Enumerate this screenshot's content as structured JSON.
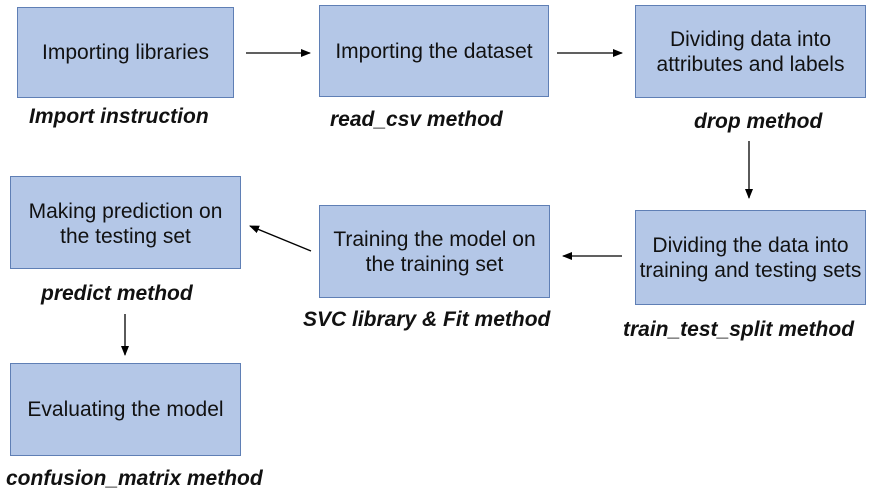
{
  "steps": [
    {
      "label": "Importing libraries",
      "caption": "Import instruction"
    },
    {
      "label": "Importing the dataset",
      "caption": "read_csv method"
    },
    {
      "label": "Dividing data into attributes and labels",
      "caption": "drop method"
    },
    {
      "label": "Dividing the data into training and testing sets",
      "caption": "train_test_split method"
    },
    {
      "label": "Training the model on the training set",
      "caption": "SVC library & Fit method"
    },
    {
      "label": "Making prediction on the testing set",
      "caption": "predict method"
    },
    {
      "label": "Evaluating the model",
      "caption": "confusion_matrix method"
    }
  ],
  "colors": {
    "box_fill": "#b4c7e7",
    "box_border": "#5f7fb5",
    "arrow": "#000000",
    "text": "#111111"
  }
}
